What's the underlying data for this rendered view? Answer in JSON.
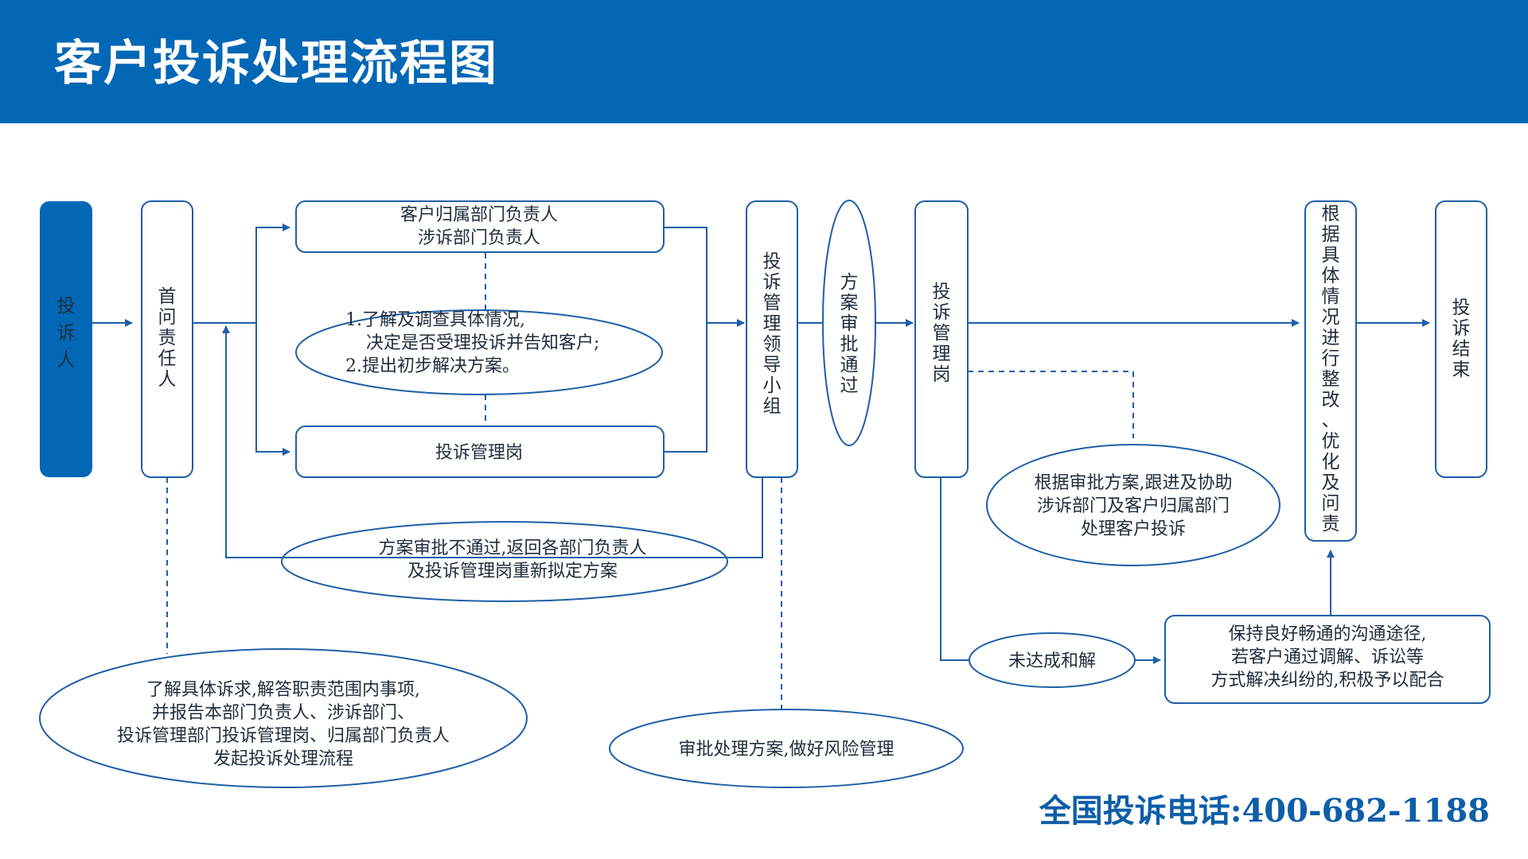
{
  "title": "客户投诉处理流程图",
  "colors": {
    "primary": "#0267b5",
    "line": "#1e5fa8",
    "text": "#1f2d3d",
    "hotline": "#0d5ea8"
  },
  "nodes": {
    "complainant": "投诉人",
    "first_responsible": "首问责任人",
    "dept_heads": [
      "客户归属部门负责人",
      "涉诉部门负责人"
    ],
    "investigate_note": [
      "1.了解及调查具体情况,",
      "决定是否受理投诉并告知客户;",
      "2.提出初步解决方案。"
    ],
    "complaint_post_top": "投诉管理岗",
    "leader_group": "投诉管理领导小组",
    "plan_approved": "方案审批通过",
    "complaint_post": "投诉管理岗",
    "rectify": "根据具体情况进行整改、优化及问责",
    "end": "投诉结束",
    "reject_note": [
      "方案审批不通过,返回各部门负责人",
      "及投诉管理岗重新拟定方案"
    ],
    "follow_note": [
      "根据审批方案,跟进及协助",
      "涉诉部门及客户归属部门",
      "处理客户投诉"
    ],
    "not_settled": "未达成和解",
    "communication_note": [
      "保持良好畅通的沟通途径,",
      "若客户通过调解、诉讼等",
      "方式解决纠纷的,积极予以配合"
    ],
    "first_note": [
      "了解具体诉求,解答职责范围内事项,",
      "并报告本部门负责人、涉诉部门、",
      "投诉管理部门投诉管理岗、归属部门负责人",
      "发起投诉处理流程"
    ],
    "approval_note": "审批处理方案,做好风险管理"
  },
  "hotline": "全国投诉电话:400-682-1188"
}
